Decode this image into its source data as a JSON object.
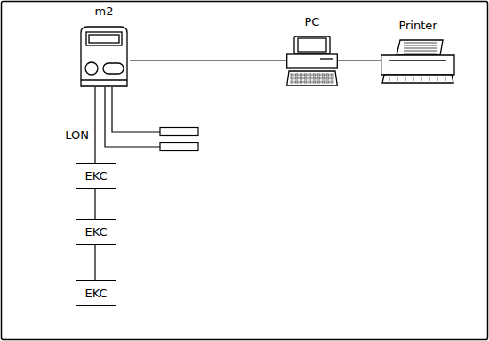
{
  "diagram": {
    "nodes": [
      {
        "text": [
          "m2"
        ]
      },
      {
        "text": [
          "PC"
        ]
      },
      {
        "text": [
          "Printer"
        ]
      },
      {
        "text": [
          "EKC"
        ]
      },
      {
        "text": [
          "EKC"
        ]
      },
      {
        "text": [
          "EKC"
        ]
      }
    ],
    "edges": [
      {
        "from": 0,
        "to": 1,
        "arrow": "none"
      },
      {
        "from": 1,
        "to": 2,
        "arrow": "none"
      },
      {
        "from": 0,
        "to": 3,
        "arrow": "none",
        "label": "LON"
      },
      {
        "from": 3,
        "to": 4,
        "arrow": "none"
      },
      {
        "from": 4,
        "to": 5,
        "arrow": "none"
      }
    ]
  }
}
